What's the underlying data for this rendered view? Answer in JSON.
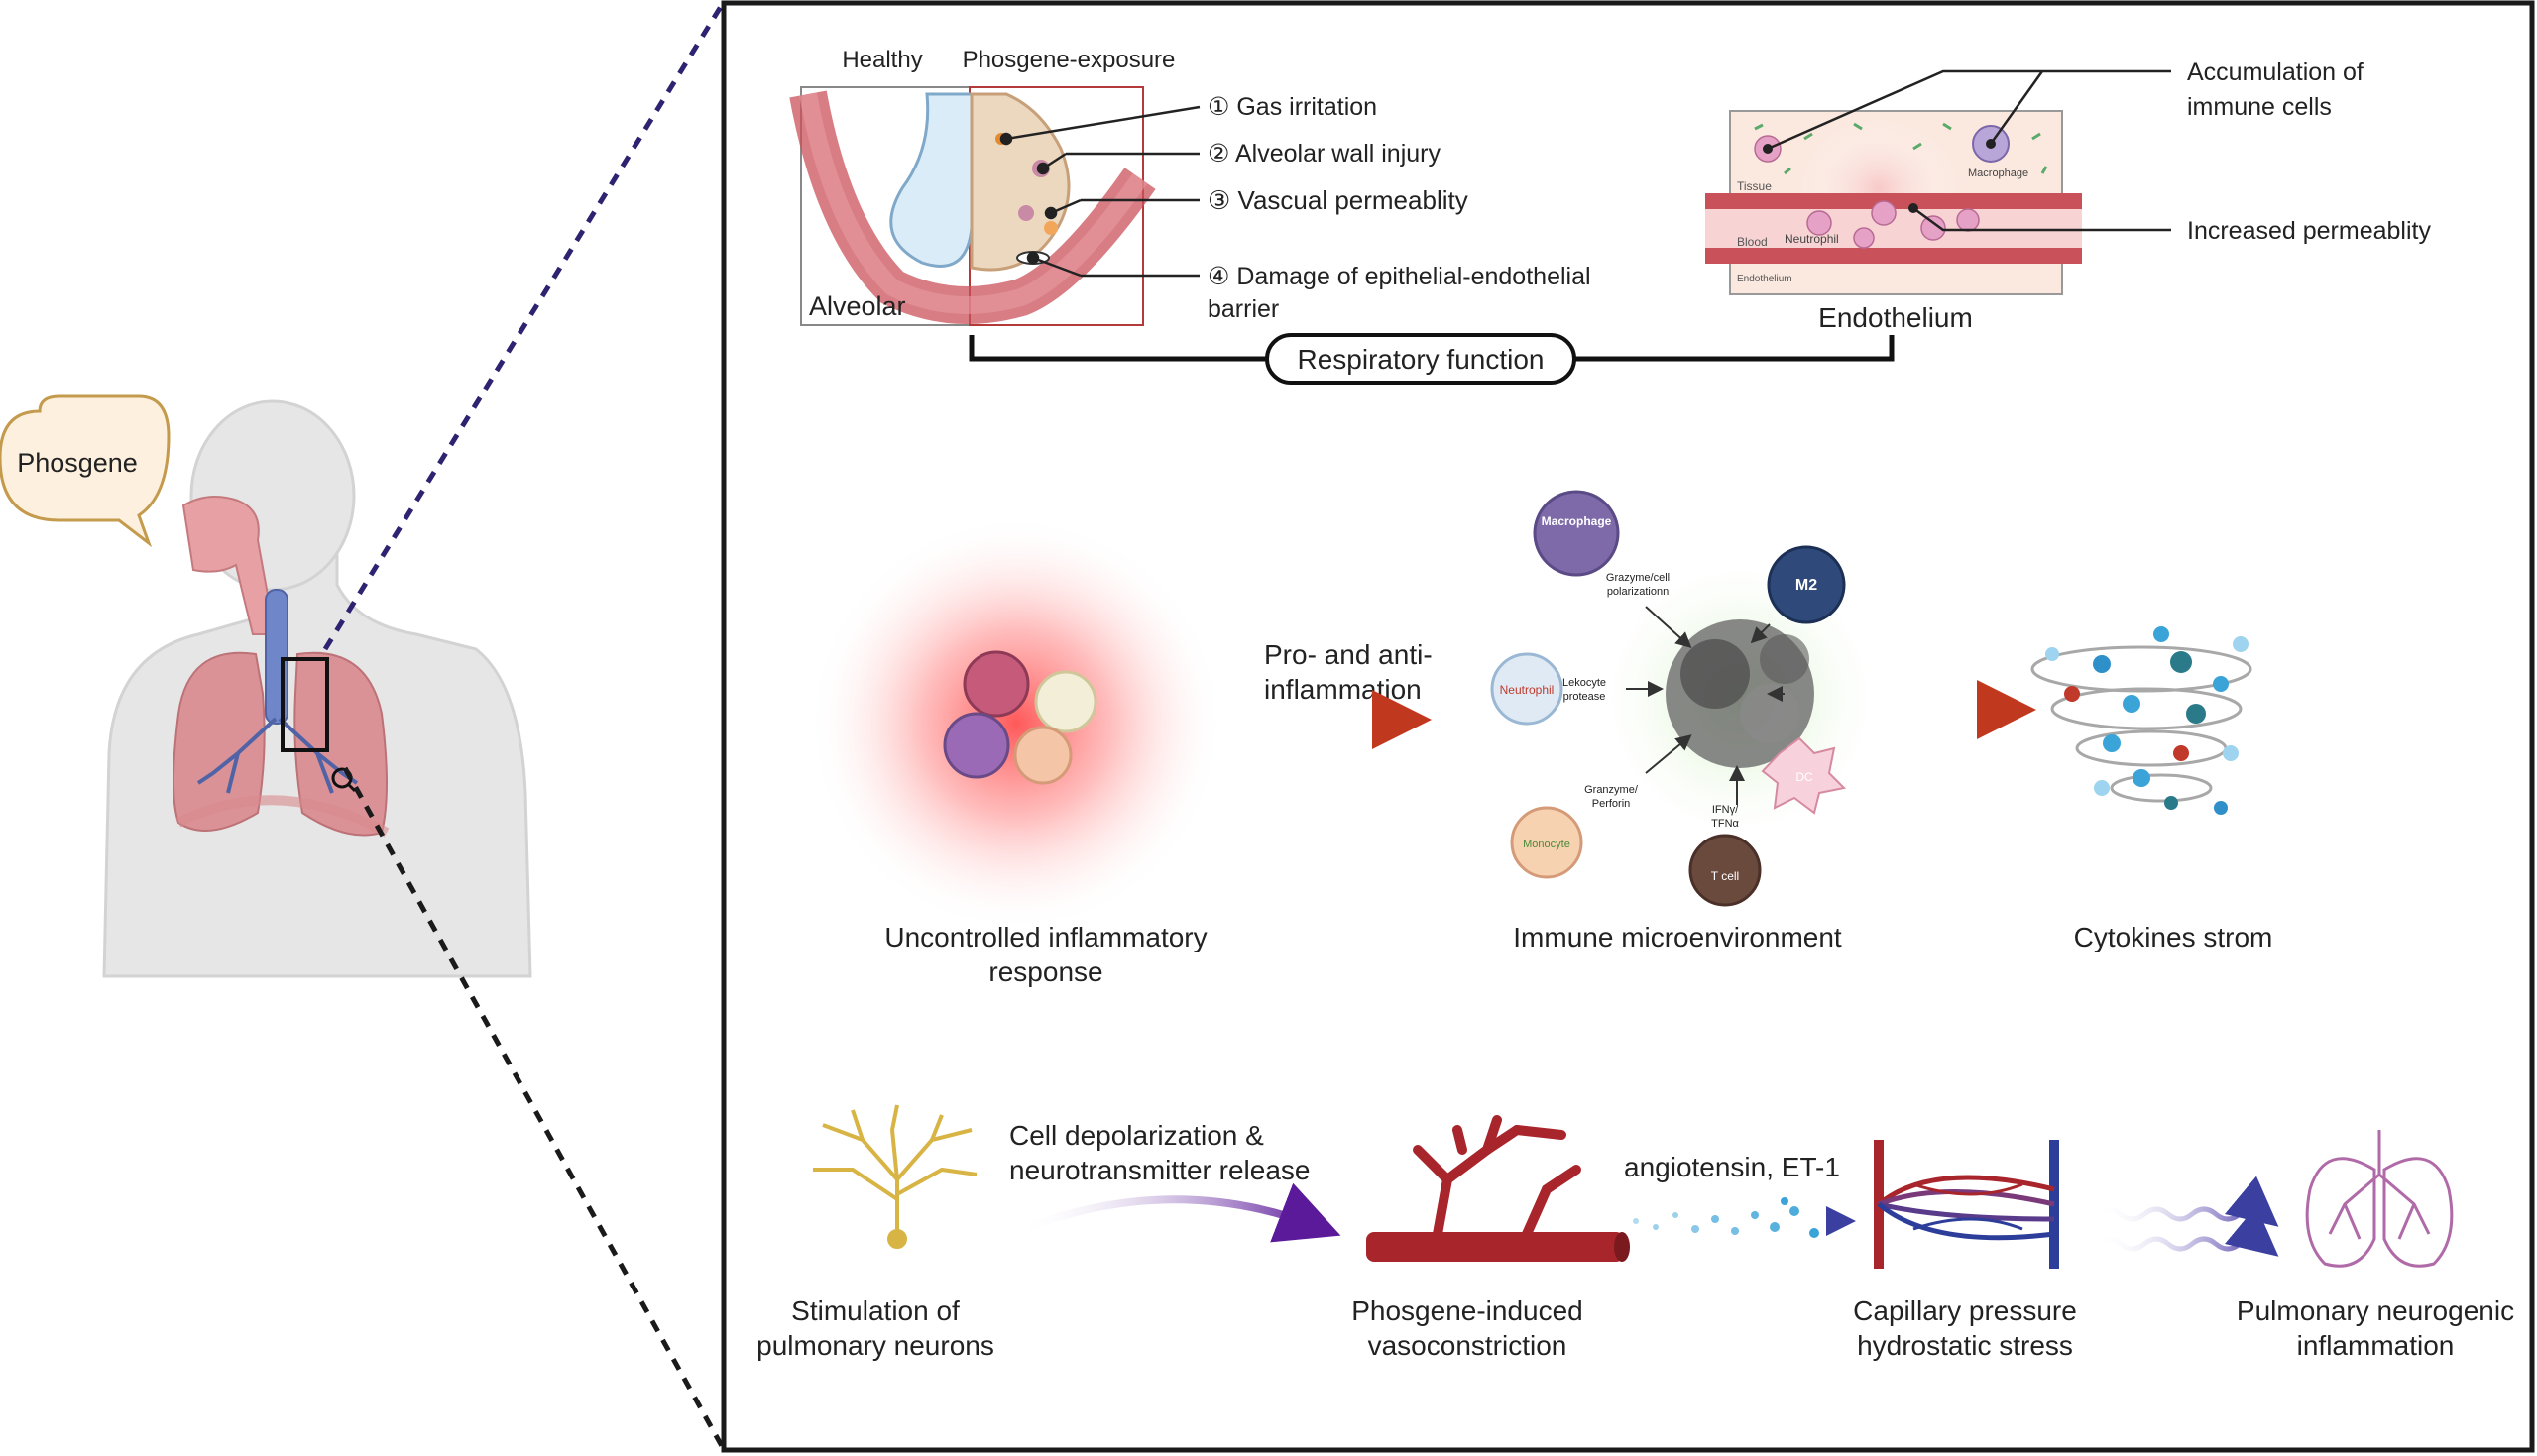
{
  "speech_bubble": "Phosgene",
  "respiratory": {
    "healthy_label": "Healthy",
    "exposure_label": "Phosgene-exposure",
    "alveolar_label": "Alveolar",
    "steps": [
      "① Gas irritation",
      "② Alveolar wall injury",
      "③ Vascual permeablity",
      "④ Damage of epithelial-endothelial",
      "barrier"
    ],
    "endothelium_label": "Endothelium",
    "endo_inset": {
      "tissue": "Tissue",
      "blood": "Blood",
      "endothelium": "Endothelium",
      "macrophage": "Macrophage",
      "neutrophil": "Neutrophil"
    },
    "immune_accumulation": [
      "Accumulation of",
      "immune cells"
    ],
    "increased_permeability": "Increased permeablity",
    "pill_label": "Respiratory function"
  },
  "inflammation": {
    "uncontrolled": [
      "Uncontrolled inflammatory",
      "response"
    ],
    "arrow_label": [
      "Pro- and anti-",
      "inflammation"
    ],
    "microenvironment": "Immune microenvironment",
    "cytokines": "Cytokines strom",
    "cells": {
      "macrophage": "Macrophage",
      "m2": "M2",
      "neutrophil": "Neutrophil",
      "dc": "DC",
      "monocyte": "Monocyte",
      "tcell": "T cell"
    },
    "mediators": {
      "grazyme": [
        "Grazyme/cell",
        "polarizationn"
      ],
      "lekocyte": [
        "Lekocyte",
        "protease"
      ],
      "granzyme": [
        "Granzyme/",
        "Perforin"
      ],
      "ifn": [
        "IFNγ/",
        "TFNα"
      ]
    }
  },
  "neurogenic": {
    "stimulation": [
      "Stimulation of",
      "pulmonary neurons"
    ],
    "depolarization": [
      "Cell depolarization &",
      "neurotransmitter release"
    ],
    "vasoconstriction": [
      "Phosgene-induced",
      "vasoconstriction"
    ],
    "angiotensin": "angiotensin, ET-1",
    "capillary": [
      "Capillary pressure",
      "hydrostatic stress"
    ],
    "pulmonary_inflammation": [
      "Pulmonary neurogenic",
      "inflammation"
    ]
  },
  "colors": {
    "frame": "#1a1a1a",
    "dash_upper": "#2d2370",
    "arrow_red": "#c0391f",
    "arrow_purple": "#5b1a9a",
    "vessel_red": "#a8252b",
    "vein_blue": "#2c3e9a",
    "lung_pink": "#d98a8e",
    "body_gray": "#e6e6e6"
  }
}
